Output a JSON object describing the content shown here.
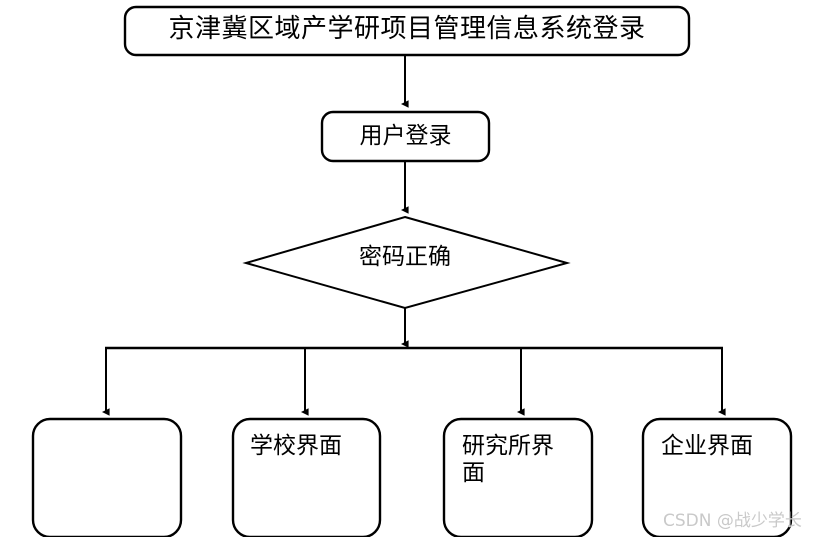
{
  "diagram": {
    "type": "flowchart",
    "title_node": {
      "id": "title",
      "shape": "rounded-rectangle",
      "label": "京津冀区域产学研项目管理信息系统登录"
    },
    "process_node": {
      "id": "user-login",
      "shape": "rounded-rectangle",
      "label": "用户登录"
    },
    "decision_node": {
      "id": "password-correct",
      "shape": "diamond",
      "label": "密码正确"
    },
    "leaf_nodes": [
      {
        "id": "leaf-blank",
        "shape": "rounded-rectangle",
        "label": ""
      },
      {
        "id": "leaf-school",
        "shape": "rounded-rectangle",
        "label": "学校界面"
      },
      {
        "id": "leaf-institute",
        "shape": "rounded-rectangle",
        "label": "研究所界\n面"
      },
      {
        "id": "leaf-company",
        "shape": "rounded-rectangle",
        "label": "企业界面"
      }
    ],
    "edges": [
      {
        "from": "title",
        "to": "user-login",
        "style": "arrow-down"
      },
      {
        "from": "user-login",
        "to": "password-correct",
        "style": "arrow-down"
      },
      {
        "from": "password-correct",
        "to": "branch-bus",
        "style": "arrow-down"
      },
      {
        "from": "branch-bus",
        "to": "leaf-blank",
        "style": "arrow-down"
      },
      {
        "from": "branch-bus",
        "to": "leaf-school",
        "style": "arrow-down"
      },
      {
        "from": "branch-bus",
        "to": "leaf-institute",
        "style": "arrow-down"
      },
      {
        "from": "branch-bus",
        "to": "leaf-company",
        "style": "arrow-down"
      }
    ],
    "colors": {
      "stroke": "#000000",
      "fill": "#ffffff",
      "text": "#000000",
      "watermark": "#c9c9c9"
    }
  },
  "watermark": {
    "text": "CSDN @战少学长"
  }
}
